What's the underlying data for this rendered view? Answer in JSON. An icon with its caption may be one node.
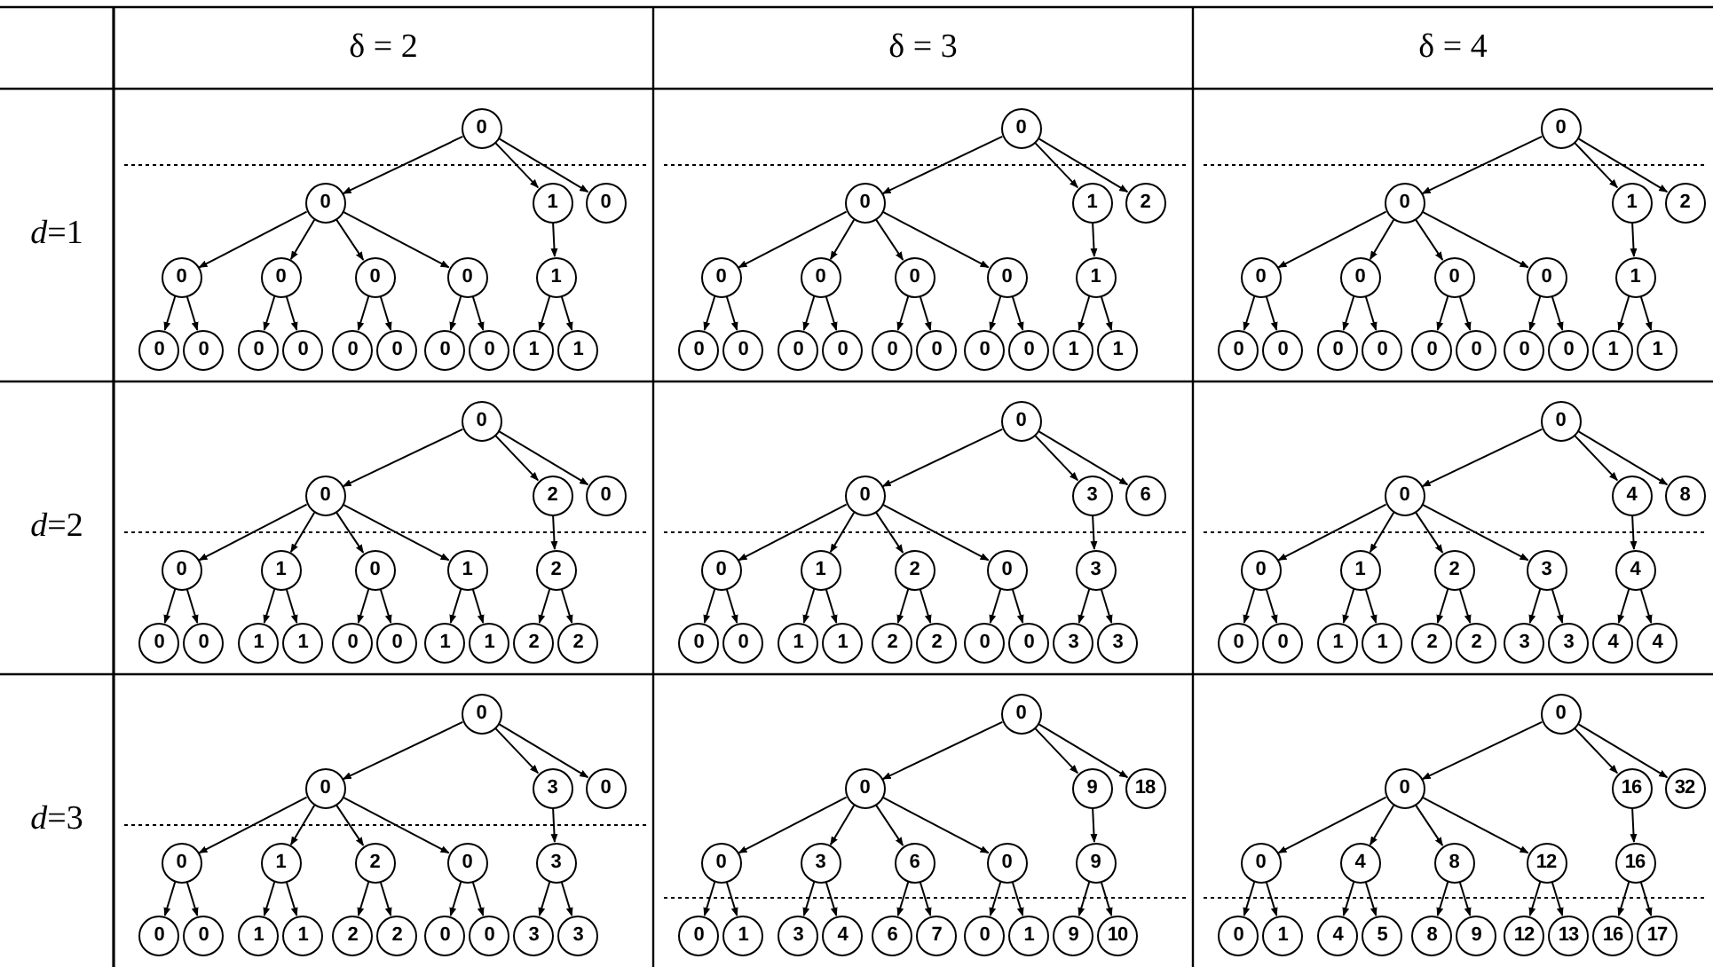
{
  "diagram": {
    "nodes": [
      {
        "text": [
          "0"
        ]
      },
      {
        "text": [
          "0"
        ]
      },
      {
        "text": [
          "1"
        ]
      },
      {
        "text": [
          "0"
        ]
      },
      {
        "text": [
          "0"
        ]
      },
      {
        "text": [
          "0"
        ]
      },
      {
        "text": [
          "0"
        ]
      },
      {
        "text": [
          "0"
        ]
      },
      {
        "text": [
          "1"
        ]
      },
      {
        "text": [
          "0"
        ]
      },
      {
        "text": [
          "0"
        ]
      },
      {
        "text": [
          "0"
        ]
      },
      {
        "text": [
          "0"
        ]
      },
      {
        "text": [
          "0"
        ]
      },
      {
        "text": [
          "0"
        ]
      },
      {
        "text": [
          "0"
        ]
      },
      {
        "text": [
          "0"
        ]
      },
      {
        "text": [
          "1"
        ]
      },
      {
        "text": [
          "1"
        ]
      },
      {
        "text": [
          "0"
        ]
      },
      {
        "text": [
          "0"
        ]
      },
      {
        "text": [
          "1"
        ]
      },
      {
        "text": [
          "2"
        ]
      },
      {
        "text": [
          "0"
        ]
      },
      {
        "text": [
          "0"
        ]
      },
      {
        "text": [
          "0"
        ]
      },
      {
        "text": [
          "0"
        ]
      },
      {
        "text": [
          "1"
        ]
      },
      {
        "text": [
          "0"
        ]
      },
      {
        "text": [
          "0"
        ]
      },
      {
        "text": [
          "0"
        ]
      },
      {
        "text": [
          "0"
        ]
      },
      {
        "text": [
          "0"
        ]
      },
      {
        "text": [
          "0"
        ]
      },
      {
        "text": [
          "0"
        ]
      },
      {
        "text": [
          "0"
        ]
      },
      {
        "text": [
          "1"
        ]
      },
      {
        "text": [
          "1"
        ]
      },
      {
        "text": [
          "0"
        ]
      },
      {
        "text": [
          "0"
        ]
      },
      {
        "text": [
          "1"
        ]
      },
      {
        "text": [
          "2"
        ]
      },
      {
        "text": [
          "0"
        ]
      },
      {
        "text": [
          "0"
        ]
      },
      {
        "text": [
          "0"
        ]
      },
      {
        "text": [
          "0"
        ]
      },
      {
        "text": [
          "1"
        ]
      },
      {
        "text": [
          "0"
        ]
      },
      {
        "text": [
          "0"
        ]
      },
      {
        "text": [
          "0"
        ]
      },
      {
        "text": [
          "0"
        ]
      },
      {
        "text": [
          "0"
        ]
      },
      {
        "text": [
          "0"
        ]
      },
      {
        "text": [
          "0"
        ]
      },
      {
        "text": [
          "0"
        ]
      },
      {
        "text": [
          "1"
        ]
      },
      {
        "text": [
          "1"
        ]
      },
      {
        "text": [
          "0"
        ]
      },
      {
        "text": [
          "0"
        ]
      },
      {
        "text": [
          "2"
        ]
      },
      {
        "text": [
          "0"
        ]
      },
      {
        "text": [
          "0"
        ]
      },
      {
        "text": [
          "1"
        ]
      },
      {
        "text": [
          "0"
        ]
      },
      {
        "text": [
          "1"
        ]
      },
      {
        "text": [
          "2"
        ]
      },
      {
        "text": [
          "0"
        ]
      },
      {
        "text": [
          "0"
        ]
      },
      {
        "text": [
          "1"
        ]
      },
      {
        "text": [
          "1"
        ]
      },
      {
        "text": [
          "0"
        ]
      },
      {
        "text": [
          "0"
        ]
      },
      {
        "text": [
          "1"
        ]
      },
      {
        "text": [
          "1"
        ]
      },
      {
        "text": [
          "2"
        ]
      },
      {
        "text": [
          "2"
        ]
      },
      {
        "text": [
          "0"
        ]
      },
      {
        "text": [
          "0"
        ]
      },
      {
        "text": [
          "3"
        ]
      },
      {
        "text": [
          "6"
        ]
      },
      {
        "text": [
          "0"
        ]
      },
      {
        "text": [
          "1"
        ]
      },
      {
        "text": [
          "2"
        ]
      },
      {
        "text": [
          "0"
        ]
      },
      {
        "text": [
          "3"
        ]
      },
      {
        "text": [
          "0"
        ]
      },
      {
        "text": [
          "0"
        ]
      },
      {
        "text": [
          "1"
        ]
      },
      {
        "text": [
          "1"
        ]
      },
      {
        "text": [
          "2"
        ]
      },
      {
        "text": [
          "2"
        ]
      },
      {
        "text": [
          "0"
        ]
      },
      {
        "text": [
          "0"
        ]
      },
      {
        "text": [
          "3"
        ]
      },
      {
        "text": [
          "3"
        ]
      },
      {
        "text": [
          "0"
        ]
      },
      {
        "text": [
          "0"
        ]
      },
      {
        "text": [
          "4"
        ]
      },
      {
        "text": [
          "8"
        ]
      },
      {
        "text": [
          "0"
        ]
      },
      {
        "text": [
          "1"
        ]
      },
      {
        "text": [
          "2"
        ]
      },
      {
        "text": [
          "3"
        ]
      },
      {
        "text": [
          "4"
        ]
      },
      {
        "text": [
          "0"
        ]
      },
      {
        "text": [
          "0"
        ]
      },
      {
        "text": [
          "1"
        ]
      },
      {
        "text": [
          "1"
        ]
      },
      {
        "text": [
          "2"
        ]
      },
      {
        "text": [
          "2"
        ]
      },
      {
        "text": [
          "3"
        ]
      },
      {
        "text": [
          "3"
        ]
      },
      {
        "text": [
          "4"
        ]
      },
      {
        "text": [
          "4"
        ]
      },
      {
        "text": [
          "0"
        ]
      },
      {
        "text": [
          "0"
        ]
      },
      {
        "text": [
          "3"
        ]
      },
      {
        "text": [
          "0"
        ]
      },
      {
        "text": [
          "0"
        ]
      },
      {
        "text": [
          "1"
        ]
      },
      {
        "text": [
          "2"
        ]
      },
      {
        "text": [
          "0"
        ]
      },
      {
        "text": [
          "3"
        ]
      },
      {
        "text": [
          "0"
        ]
      },
      {
        "text": [
          "0"
        ]
      },
      {
        "text": [
          "1"
        ]
      },
      {
        "text": [
          "1"
        ]
      },
      {
        "text": [
          "2"
        ]
      },
      {
        "text": [
          "2"
        ]
      },
      {
        "text": [
          "0"
        ]
      },
      {
        "text": [
          "0"
        ]
      },
      {
        "text": [
          "3"
        ]
      },
      {
        "text": [
          "3"
        ]
      },
      {
        "text": [
          "0"
        ]
      },
      {
        "text": [
          "0"
        ]
      },
      {
        "text": [
          "9"
        ]
      },
      {
        "text": [
          "18"
        ]
      },
      {
        "text": [
          "0"
        ]
      },
      {
        "text": [
          "3"
        ]
      },
      {
        "text": [
          "6"
        ]
      },
      {
        "text": [
          "0"
        ]
      },
      {
        "text": [
          "9"
        ]
      },
      {
        "text": [
          "0"
        ]
      },
      {
        "text": [
          "1"
        ]
      },
      {
        "text": [
          "3"
        ]
      },
      {
        "text": [
          "4"
        ]
      },
      {
        "text": [
          "6"
        ]
      },
      {
        "text": [
          "7"
        ]
      },
      {
        "text": [
          "0"
        ]
      },
      {
        "text": [
          "1"
        ]
      },
      {
        "text": [
          "9"
        ]
      },
      {
        "text": [
          "10"
        ]
      },
      {
        "text": [
          "0"
        ]
      },
      {
        "text": [
          "0"
        ]
      },
      {
        "text": [
          "16"
        ]
      },
      {
        "text": [
          "32"
        ]
      },
      {
        "text": [
          "0"
        ]
      },
      {
        "text": [
          "4"
        ]
      },
      {
        "text": [
          "8"
        ]
      },
      {
        "text": [
          "12"
        ]
      },
      {
        "text": [
          "16"
        ]
      },
      {
        "text": [
          "0"
        ]
      },
      {
        "text": [
          "1"
        ]
      },
      {
        "text": [
          "4"
        ]
      },
      {
        "text": [
          "5"
        ]
      },
      {
        "text": [
          "8"
        ]
      },
      {
        "text": [
          "9"
        ]
      },
      {
        "text": [
          "12"
        ]
      },
      {
        "text": [
          "13"
        ]
      },
      {
        "text": [
          "16"
        ]
      },
      {
        "text": [
          "17"
        ]
      }
    ],
    "edges": [
      {
        "from": 0,
        "to": 1,
        "arrow": "to"
      },
      {
        "from": 0,
        "to": 2,
        "arrow": "to"
      },
      {
        "from": 0,
        "to": 3,
        "arrow": "to"
      },
      {
        "from": 1,
        "to": 4,
        "arrow": "to"
      },
      {
        "from": 1,
        "to": 5,
        "arrow": "to"
      },
      {
        "from": 1,
        "to": 6,
        "arrow": "to"
      },
      {
        "from": 1,
        "to": 7,
        "arrow": "to"
      },
      {
        "from": 2,
        "to": 8,
        "arrow": "to"
      },
      {
        "from": 4,
        "to": 9,
        "arrow": "to"
      },
      {
        "from": 4,
        "to": 10,
        "arrow": "to"
      },
      {
        "from": 5,
        "to": 11,
        "arrow": "to"
      },
      {
        "from": 5,
        "to": 12,
        "arrow": "to"
      },
      {
        "from": 6,
        "to": 13,
        "arrow": "to"
      },
      {
        "from": 6,
        "to": 14,
        "arrow": "to"
      },
      {
        "from": 7,
        "to": 15,
        "arrow": "to"
      },
      {
        "from": 7,
        "to": 16,
        "arrow": "to"
      },
      {
        "from": 8,
        "to": 17,
        "arrow": "to"
      },
      {
        "from": 8,
        "to": 18,
        "arrow": "to"
      },
      {
        "from": 19,
        "to": 20,
        "arrow": "to"
      },
      {
        "from": 19,
        "to": 21,
        "arrow": "to"
      },
      {
        "from": 19,
        "to": 22,
        "arrow": "to"
      },
      {
        "from": 20,
        "to": 23,
        "arrow": "to"
      },
      {
        "from": 20,
        "to": 24,
        "arrow": "to"
      },
      {
        "from": 20,
        "to": 25,
        "arrow": "to"
      },
      {
        "from": 20,
        "to": 26,
        "arrow": "to"
      },
      {
        "from": 21,
        "to": 27,
        "arrow": "to"
      },
      {
        "from": 23,
        "to": 28,
        "arrow": "to"
      },
      {
        "from": 23,
        "to": 29,
        "arrow": "to"
      },
      {
        "from": 24,
        "to": 30,
        "arrow": "to"
      },
      {
        "from": 24,
        "to": 31,
        "arrow": "to"
      },
      {
        "from": 25,
        "to": 32,
        "arrow": "to"
      },
      {
        "from": 25,
        "to": 33,
        "arrow": "to"
      },
      {
        "from": 26,
        "to": 34,
        "arrow": "to"
      },
      {
        "from": 26,
        "to": 35,
        "arrow": "to"
      },
      {
        "from": 27,
        "to": 36,
        "arrow": "to"
      },
      {
        "from": 27,
        "to": 37,
        "arrow": "to"
      },
      {
        "from": 38,
        "to": 39,
        "arrow": "to"
      },
      {
        "from": 38,
        "to": 40,
        "arrow": "to"
      },
      {
        "from": 38,
        "to": 41,
        "arrow": "to"
      },
      {
        "from": 39,
        "to": 42,
        "arrow": "to"
      },
      {
        "from": 39,
        "to": 43,
        "arrow": "to"
      },
      {
        "from": 39,
        "to": 44,
        "arrow": "to"
      },
      {
        "from": 39,
        "to": 45,
        "arrow": "to"
      },
      {
        "from": 40,
        "to": 46,
        "arrow": "to"
      },
      {
        "from": 42,
        "to": 47,
        "arrow": "to"
      },
      {
        "from": 42,
        "to": 48,
        "arrow": "to"
      },
      {
        "from": 43,
        "to": 49,
        "arrow": "to"
      },
      {
        "from": 43,
        "to": 50,
        "arrow": "to"
      },
      {
        "from": 44,
        "to": 51,
        "arrow": "to"
      },
      {
        "from": 44,
        "to": 52,
        "arrow": "to"
      },
      {
        "from": 45,
        "to": 53,
        "arrow": "to"
      },
      {
        "from": 45,
        "to": 54,
        "arrow": "to"
      },
      {
        "from": 46,
        "to": 55,
        "arrow": "to"
      },
      {
        "from": 46,
        "to": 56,
        "arrow": "to"
      },
      {
        "from": 57,
        "to": 58,
        "arrow": "to"
      },
      {
        "from": 57,
        "to": 59,
        "arrow": "to"
      },
      {
        "from": 57,
        "to": 60,
        "arrow": "to"
      },
      {
        "from": 58,
        "to": 61,
        "arrow": "to"
      },
      {
        "from": 58,
        "to": 62,
        "arrow": "to"
      },
      {
        "from": 58,
        "to": 63,
        "arrow": "to"
      },
      {
        "from": 58,
        "to": 64,
        "arrow": "to"
      },
      {
        "from": 59,
        "to": 65,
        "arrow": "to"
      },
      {
        "from": 61,
        "to": 66,
        "arrow": "to"
      },
      {
        "from": 61,
        "to": 67,
        "arrow": "to"
      },
      {
        "from": 62,
        "to": 68,
        "arrow": "to"
      },
      {
        "from": 62,
        "to": 69,
        "arrow": "to"
      },
      {
        "from": 63,
        "to": 70,
        "arrow": "to"
      },
      {
        "from": 63,
        "to": 71,
        "arrow": "to"
      },
      {
        "from": 64,
        "to": 72,
        "arrow": "to"
      },
      {
        "from": 64,
        "to": 73,
        "arrow": "to"
      },
      {
        "from": 65,
        "to": 74,
        "arrow": "to"
      },
      {
        "from": 65,
        "to": 75,
        "arrow": "to"
      },
      {
        "from": 76,
        "to": 77,
        "arrow": "to"
      },
      {
        "from": 76,
        "to": 78,
        "arrow": "to"
      },
      {
        "from": 76,
        "to": 79,
        "arrow": "to"
      },
      {
        "from": 77,
        "to": 80,
        "arrow": "to"
      },
      {
        "from": 77,
        "to": 81,
        "arrow": "to"
      },
      {
        "from": 77,
        "to": 82,
        "arrow": "to"
      },
      {
        "from": 77,
        "to": 83,
        "arrow": "to"
      },
      {
        "from": 78,
        "to": 84,
        "arrow": "to"
      },
      {
        "from": 80,
        "to": 85,
        "arrow": "to"
      },
      {
        "from": 80,
        "to": 86,
        "arrow": "to"
      },
      {
        "from": 81,
        "to": 87,
        "arrow": "to"
      },
      {
        "from": 81,
        "to": 88,
        "arrow": "to"
      },
      {
        "from": 82,
        "to": 89,
        "arrow": "to"
      },
      {
        "from": 82,
        "to": 90,
        "arrow": "to"
      },
      {
        "from": 83,
        "to": 91,
        "arrow": "to"
      },
      {
        "from": 83,
        "to": 92,
        "arrow": "to"
      },
      {
        "from": 84,
        "to": 93,
        "arrow": "to"
      },
      {
        "from": 84,
        "to": 94,
        "arrow": "to"
      },
      {
        "from": 95,
        "to": 96,
        "arrow": "to"
      },
      {
        "from": 95,
        "to": 97,
        "arrow": "to"
      },
      {
        "from": 95,
        "to": 98,
        "arrow": "to"
      },
      {
        "from": 96,
        "to": 99,
        "arrow": "to"
      },
      {
        "from": 96,
        "to": 100,
        "arrow": "to"
      },
      {
        "from": 96,
        "to": 101,
        "arrow": "to"
      },
      {
        "from": 96,
        "to": 102,
        "arrow": "to"
      },
      {
        "from": 97,
        "to": 103,
        "arrow": "to"
      },
      {
        "from": 99,
        "to": 104,
        "arrow": "to"
      },
      {
        "from": 99,
        "to": 105,
        "arrow": "to"
      },
      {
        "from": 100,
        "to": 106,
        "arrow": "to"
      },
      {
        "from": 100,
        "to": 107,
        "arrow": "to"
      },
      {
        "from": 101,
        "to": 108,
        "arrow": "to"
      },
      {
        "from": 101,
        "to": 109,
        "arrow": "to"
      },
      {
        "from": 102,
        "to": 110,
        "arrow": "to"
      },
      {
        "from": 102,
        "to": 111,
        "arrow": "to"
      },
      {
        "from": 103,
        "to": 112,
        "arrow": "to"
      },
      {
        "from": 103,
        "to": 113,
        "arrow": "to"
      },
      {
        "from": 114,
        "to": 115,
        "arrow": "to"
      },
      {
        "from": 114,
        "to": 116,
        "arrow": "to"
      },
      {
        "from": 114,
        "to": 117,
        "arrow": "to"
      },
      {
        "from": 115,
        "to": 118,
        "arrow": "to"
      },
      {
        "from": 115,
        "to": 119,
        "arrow": "to"
      },
      {
        "from": 115,
        "to": 120,
        "arrow": "to"
      },
      {
        "from": 115,
        "to": 121,
        "arrow": "to"
      },
      {
        "from": 116,
        "to": 122,
        "arrow": "to"
      },
      {
        "from": 118,
        "to": 123,
        "arrow": "to"
      },
      {
        "from": 118,
        "to": 124,
        "arrow": "to"
      },
      {
        "from": 119,
        "to": 125,
        "arrow": "to"
      },
      {
        "from": 119,
        "to": 126,
        "arrow": "to"
      },
      {
        "from": 120,
        "to": 127,
        "arrow": "to"
      },
      {
        "from": 120,
        "to": 128,
        "arrow": "to"
      },
      {
        "from": 121,
        "to": 129,
        "arrow": "to"
      },
      {
        "from": 121,
        "to": 130,
        "arrow": "to"
      },
      {
        "from": 122,
        "to": 131,
        "arrow": "to"
      },
      {
        "from": 122,
        "to": 132,
        "arrow": "to"
      },
      {
        "from": 133,
        "to": 134,
        "arrow": "to"
      },
      {
        "from": 133,
        "to": 135,
        "arrow": "to"
      },
      {
        "from": 133,
        "to": 136,
        "arrow": "to"
      },
      {
        "from": 134,
        "to": 137,
        "arrow": "to"
      },
      {
        "from": 134,
        "to": 138,
        "arrow": "to"
      },
      {
        "from": 134,
        "to": 139,
        "arrow": "to"
      },
      {
        "from": 134,
        "to": 140,
        "arrow": "to"
      },
      {
        "from": 135,
        "to": 141,
        "arrow": "to"
      },
      {
        "from": 137,
        "to": 142,
        "arrow": "to"
      },
      {
        "from": 137,
        "to": 143,
        "arrow": "to"
      },
      {
        "from": 138,
        "to": 144,
        "arrow": "to"
      },
      {
        "from": 138,
        "to": 145,
        "arrow": "to"
      },
      {
        "from": 139,
        "to": 146,
        "arrow": "to"
      },
      {
        "from": 139,
        "to": 147,
        "arrow": "to"
      },
      {
        "from": 140,
        "to": 148,
        "arrow": "to"
      },
      {
        "from": 140,
        "to": 149,
        "arrow": "to"
      },
      {
        "from": 141,
        "to": 150,
        "arrow": "to"
      },
      {
        "from": 141,
        "to": 151,
        "arrow": "to"
      },
      {
        "from": 152,
        "to": 153,
        "arrow": "to"
      },
      {
        "from": 152,
        "to": 154,
        "arrow": "to"
      },
      {
        "from": 152,
        "to": 155,
        "arrow": "to"
      },
      {
        "from": 153,
        "to": 156,
        "arrow": "to"
      },
      {
        "from": 153,
        "to": 157,
        "arrow": "to"
      },
      {
        "from": 153,
        "to": 158,
        "arrow": "to"
      },
      {
        "from": 153,
        "to": 159,
        "arrow": "to"
      },
      {
        "from": 154,
        "to": 160,
        "arrow": "to"
      },
      {
        "from": 156,
        "to": 161,
        "arrow": "to"
      },
      {
        "from": 156,
        "to": 162,
        "arrow": "to"
      },
      {
        "from": 157,
        "to": 163,
        "arrow": "to"
      },
      {
        "from": 157,
        "to": 164,
        "arrow": "to"
      },
      {
        "from": 158,
        "to": 165,
        "arrow": "to"
      },
      {
        "from": 158,
        "to": 166,
        "arrow": "to"
      },
      {
        "from": 159,
        "to": 167,
        "arrow": "to"
      },
      {
        "from": 159,
        "to": 168,
        "arrow": "to"
      },
      {
        "from": 160,
        "to": 169,
        "arrow": "to"
      },
      {
        "from": 160,
        "to": 170,
        "arrow": "to"
      }
    ],
    "labels": [
      "δ = 2",
      "δ = 3",
      "δ = 4",
      "*d*=1",
      "*d*=2",
      "*d*=3"
    ]
  }
}
